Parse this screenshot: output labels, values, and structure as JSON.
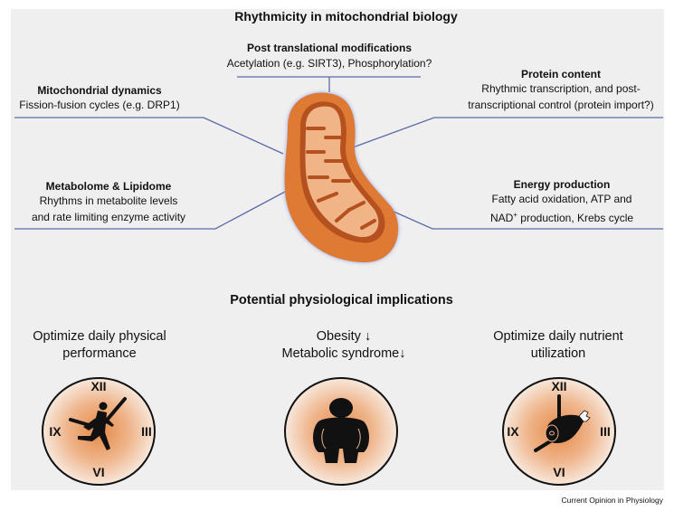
{
  "figure": {
    "title": "Rhythmicity in mitochondrial biology",
    "boxes": {
      "ptm": {
        "heading": "Post translational modifications",
        "lines": [
          "Acetylation (e.g. SIRT3), Phosphorylation?"
        ]
      },
      "dynamics": {
        "heading": "Mitochondrial dynamics",
        "lines": [
          "Fission-fusion cycles (e.g. DRP1)"
        ]
      },
      "protein": {
        "heading": "Protein content",
        "lines": [
          "Rhythmic transcription, and post-",
          "transcriptional control (protein import?)"
        ]
      },
      "metabolome": {
        "heading": "Metabolome & Lipidome",
        "lines": [
          "Rhythms in metabolite levels",
          "and rate limiting enzyme activity"
        ]
      },
      "energy": {
        "heading": "Energy production",
        "lines": [
          "Fatty acid oxidation, ATP and",
          "NAD",
          "+",
          " production, Krebs cycle"
        ]
      }
    },
    "center_icon": "mitochondrion-icon",
    "implications": {
      "heading": "Potential physiological implications",
      "items": [
        {
          "lines": [
            "Optimize daily physical",
            "performance"
          ],
          "icon": "clock-runner-icon"
        },
        {
          "lines": [
            "Obesity",
            "Metabolic syndrome"
          ],
          "arrows": [
            "down-arrow",
            "down-arrow"
          ],
          "icon": "obese-person-icon"
        },
        {
          "lines": [
            "Optimize daily nutrient",
            "utilization"
          ],
          "icon": "clock-meat-icon"
        }
      ]
    },
    "clock_numerals": {
      "top": "XII",
      "right": "III",
      "bottom": "VI",
      "left": "IX"
    },
    "colors": {
      "accent_orange": "#e07a33",
      "line_blue": "#5b6aa8",
      "panel_bg": "#efefef"
    }
  },
  "footer": {
    "source": "Current Opinion in Physiology"
  }
}
